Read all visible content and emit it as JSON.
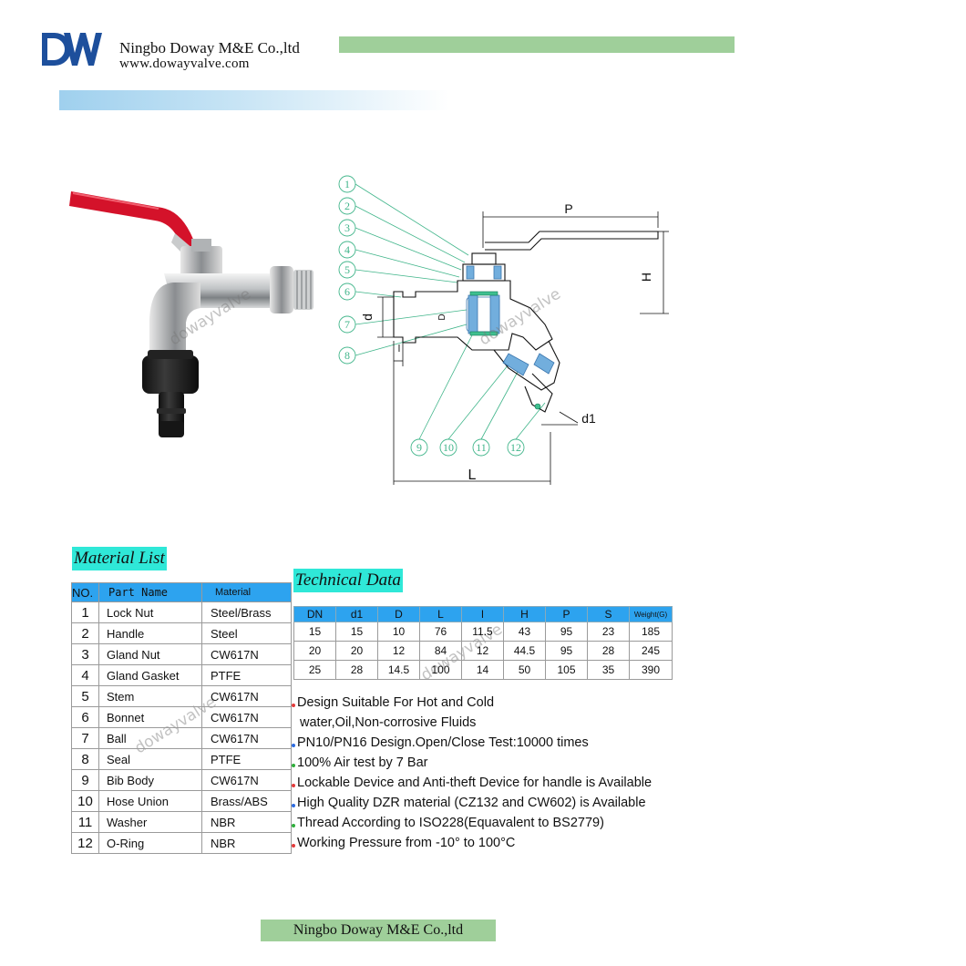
{
  "header": {
    "company_name": "Ningbo Doway M&E Co.,ltd",
    "website": "www.dowayvalve.com",
    "logo_letters": "DW",
    "brand_color": "#1d4f9c"
  },
  "watermark": "dowayvalve",
  "diagram": {
    "callouts": [
      "1",
      "2",
      "3",
      "4",
      "5",
      "6",
      "7",
      "8",
      "9",
      "10",
      "11",
      "12"
    ],
    "dims": {
      "P": "P",
      "H": "H",
      "d": "d",
      "D": "D",
      "l": "l",
      "d1": "d1",
      "L": "L"
    }
  },
  "material_list": {
    "title": "Material List",
    "headers": [
      "NO.",
      "Part Name",
      "Material"
    ],
    "rows": [
      [
        "1",
        "Lock Nut",
        "Steel/Brass"
      ],
      [
        "2",
        "Handle",
        "Steel"
      ],
      [
        "3",
        "Gland Nut",
        "CW617N"
      ],
      [
        "4",
        "Gland Gasket",
        "PTFE"
      ],
      [
        "5",
        "Stem",
        "CW617N"
      ],
      [
        "6",
        "Bonnet",
        "CW617N"
      ],
      [
        "7",
        "Ball",
        "CW617N"
      ],
      [
        "8",
        "Seal",
        "PTFE"
      ],
      [
        "9",
        "Bib Body",
        "CW617N"
      ],
      [
        "10",
        "Hose Union",
        "Brass/ABS"
      ],
      [
        "11",
        "Washer",
        "NBR"
      ],
      [
        "12",
        "O-Ring",
        "NBR"
      ]
    ]
  },
  "technical_data": {
    "title": "Technical Data",
    "headers": [
      "DN",
      "d1",
      "D",
      "L",
      "l",
      "H",
      "P",
      "S",
      "Weight(G)"
    ],
    "rows": [
      [
        "15",
        "15",
        "10",
        "76",
        "11.5",
        "43",
        "95",
        "23",
        "185"
      ],
      [
        "20",
        "20",
        "12",
        "84",
        "12",
        "44.5",
        "95",
        "28",
        "245"
      ],
      [
        "25",
        "28",
        "14.5",
        "100",
        "14",
        "50",
        "105",
        "35",
        "390"
      ]
    ]
  },
  "features": [
    {
      "color": "#e23b3b",
      "text": "Design Suitable For Hot and Cold",
      "cont": "water,Oil,Non-corrosive Fluids"
    },
    {
      "color": "#2d6be0",
      "text": "PN10/PN16 Design.Open/Close Test:10000 times"
    },
    {
      "color": "#2fae3c",
      "text": "100% Air test by 7 Bar"
    },
    {
      "color": "#e23b3b",
      "text": "Lockable Device and Anti-theft Device for handle is Available"
    },
    {
      "color": "#2d6be0",
      "text": "High Quality DZR material (CZ132 and CW602) is Available"
    },
    {
      "color": "#2fae3c",
      "text": "Thread According to ISO228(Equavalent to   BS2779)"
    },
    {
      "color": "#e23b3b",
      "text": "Working Pressure from -10° to 100°C"
    }
  ],
  "footer": {
    "text": "Ningbo Doway M&E Co.,ltd"
  }
}
